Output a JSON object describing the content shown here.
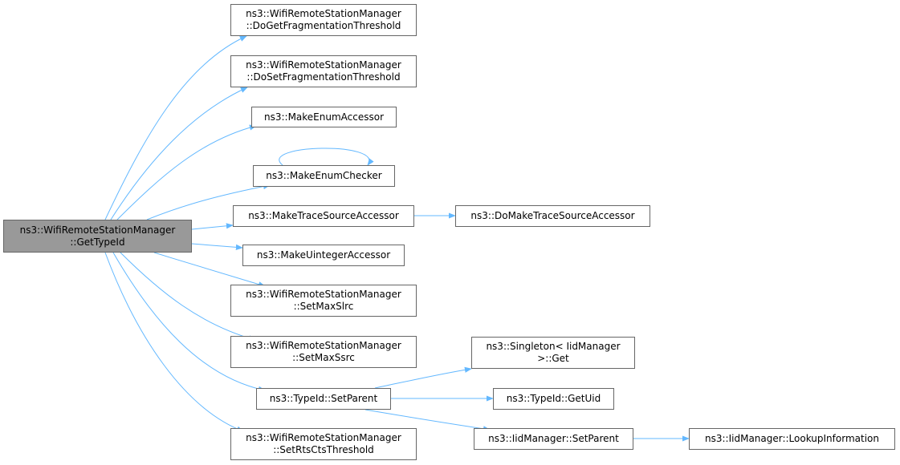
{
  "colors": {
    "edge": "#63b8ff",
    "node_border": "#666666",
    "root_fill": "#999999",
    "node_fill": "#ffffff"
  },
  "nodes": {
    "root": {
      "lines": [
        "ns3::WifiRemoteStationManager",
        "::GetTypeId"
      ]
    },
    "dogetfrag": {
      "lines": [
        "ns3::WifiRemoteStationManager",
        "::DoGetFragmentationThreshold"
      ]
    },
    "dosetfrag": {
      "lines": [
        "ns3::WifiRemoteStationManager",
        "::DoSetFragmentationThreshold"
      ]
    },
    "enumacc": {
      "lines": [
        "ns3::MakeEnumAccessor"
      ]
    },
    "enumchk": {
      "lines": [
        "ns3::MakeEnumChecker"
      ]
    },
    "tracesrc": {
      "lines": [
        "ns3::MakeTraceSourceAccessor"
      ]
    },
    "domaketrace": {
      "lines": [
        "ns3::DoMakeTraceSourceAccessor"
      ]
    },
    "uintacc": {
      "lines": [
        "ns3::MakeUintegerAccessor"
      ]
    },
    "maxslrc": {
      "lines": [
        "ns3::WifiRemoteStationManager",
        "::SetMaxSlrc"
      ]
    },
    "maxssrc": {
      "lines": [
        "ns3::WifiRemoteStationManager",
        "::SetMaxSsrc"
      ]
    },
    "setparent": {
      "lines": [
        "ns3::TypeId::SetParent"
      ]
    },
    "rtscts": {
      "lines": [
        "ns3::WifiRemoteStationManager",
        "::SetRtsCtsThreshold"
      ]
    },
    "singleton": {
      "lines": [
        "ns3::Singleton< IidManager",
        ">::Get"
      ]
    },
    "getuid": {
      "lines": [
        "ns3::TypeId::GetUid"
      ]
    },
    "iidsetparent": {
      "lines": [
        "ns3::IidManager::SetParent"
      ]
    },
    "lookup": {
      "lines": [
        "ns3::IidManager::LookupInformation"
      ]
    }
  }
}
